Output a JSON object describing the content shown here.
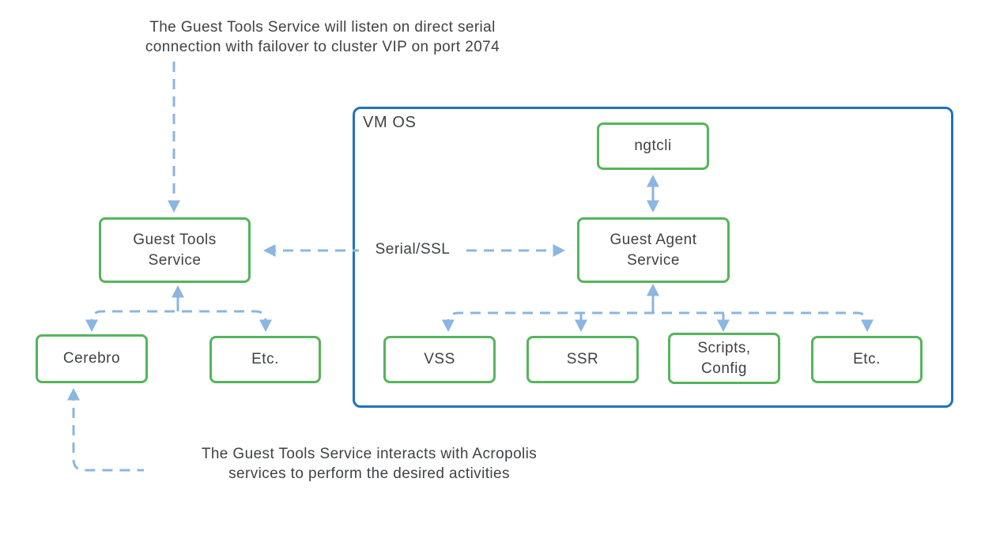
{
  "colors": {
    "green": "#55b55a",
    "blue": "#2172bb",
    "connector": "#8ab6e1",
    "text": "#3e4245"
  },
  "notes": {
    "top": "The Guest Tools Service will listen on direct serial\nconnection with failover to cluster VIP on port 2074",
    "bottom": "The Guest Tools Service interacts with Acropolis\nservices to perform the desired activities"
  },
  "vm_os": {
    "label": "VM OS"
  },
  "connectors": {
    "serial_label": "Serial/SSL"
  },
  "nodes": {
    "guest_tools_service": "Guest Tools\nService",
    "ngtcli": "ngtcli",
    "guest_agent_service": "Guest Agent\nService",
    "cerebro": "Cerebro",
    "etc_left": "Etc.",
    "vss": "VSS",
    "ssr": "SSR",
    "scripts_config": "Scripts,\nConfig",
    "etc_right": "Etc."
  }
}
